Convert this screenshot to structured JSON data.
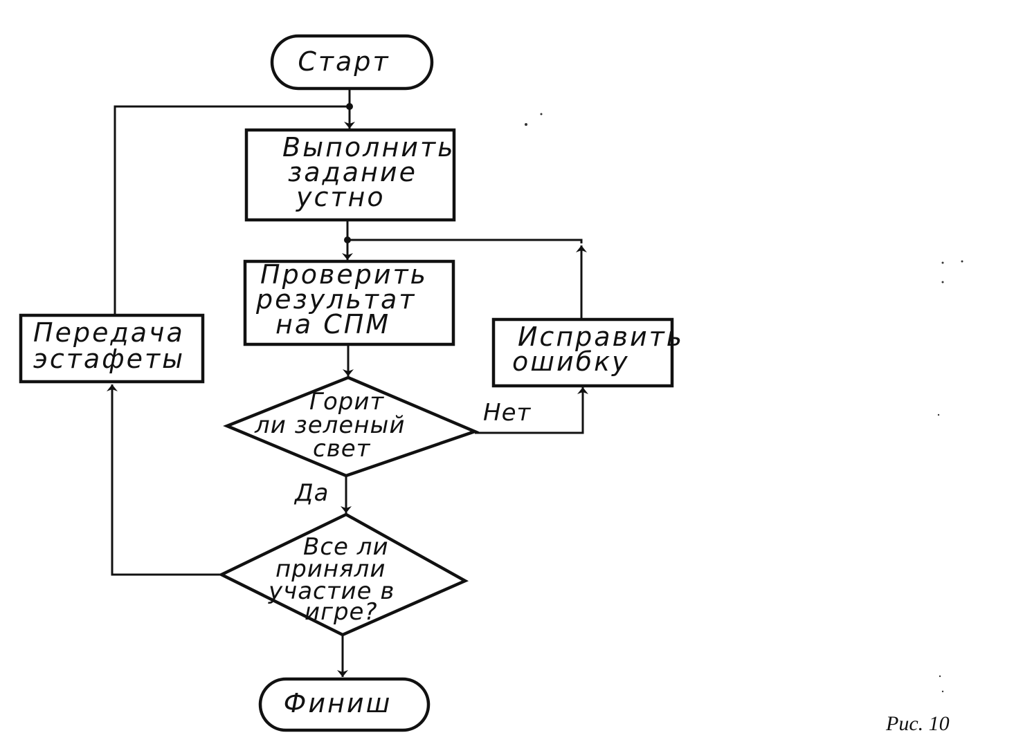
{
  "nodes": {
    "start": {
      "lines": [
        "Старт"
      ]
    },
    "do_task": {
      "lines": [
        "Выполнить",
        "задание",
        "устно"
      ]
    },
    "check": {
      "lines": [
        "Проверить",
        "результат",
        "на СПМ"
      ]
    },
    "green_light": {
      "lines": [
        "Горит",
        "ли зеленый",
        "свет"
      ]
    },
    "all_played": {
      "lines": [
        "Все ли",
        "приняли",
        "участие в",
        "игре?"
      ]
    },
    "fix_error": {
      "lines": [
        "Исправить",
        "ошибку"
      ]
    },
    "relay": {
      "lines": [
        "Передача",
        "эстафеты"
      ]
    },
    "finish": {
      "lines": [
        "Финиш"
      ]
    }
  },
  "edge_labels": {
    "no": "Нет",
    "yes": "Да"
  },
  "caption": "Рис. 10"
}
